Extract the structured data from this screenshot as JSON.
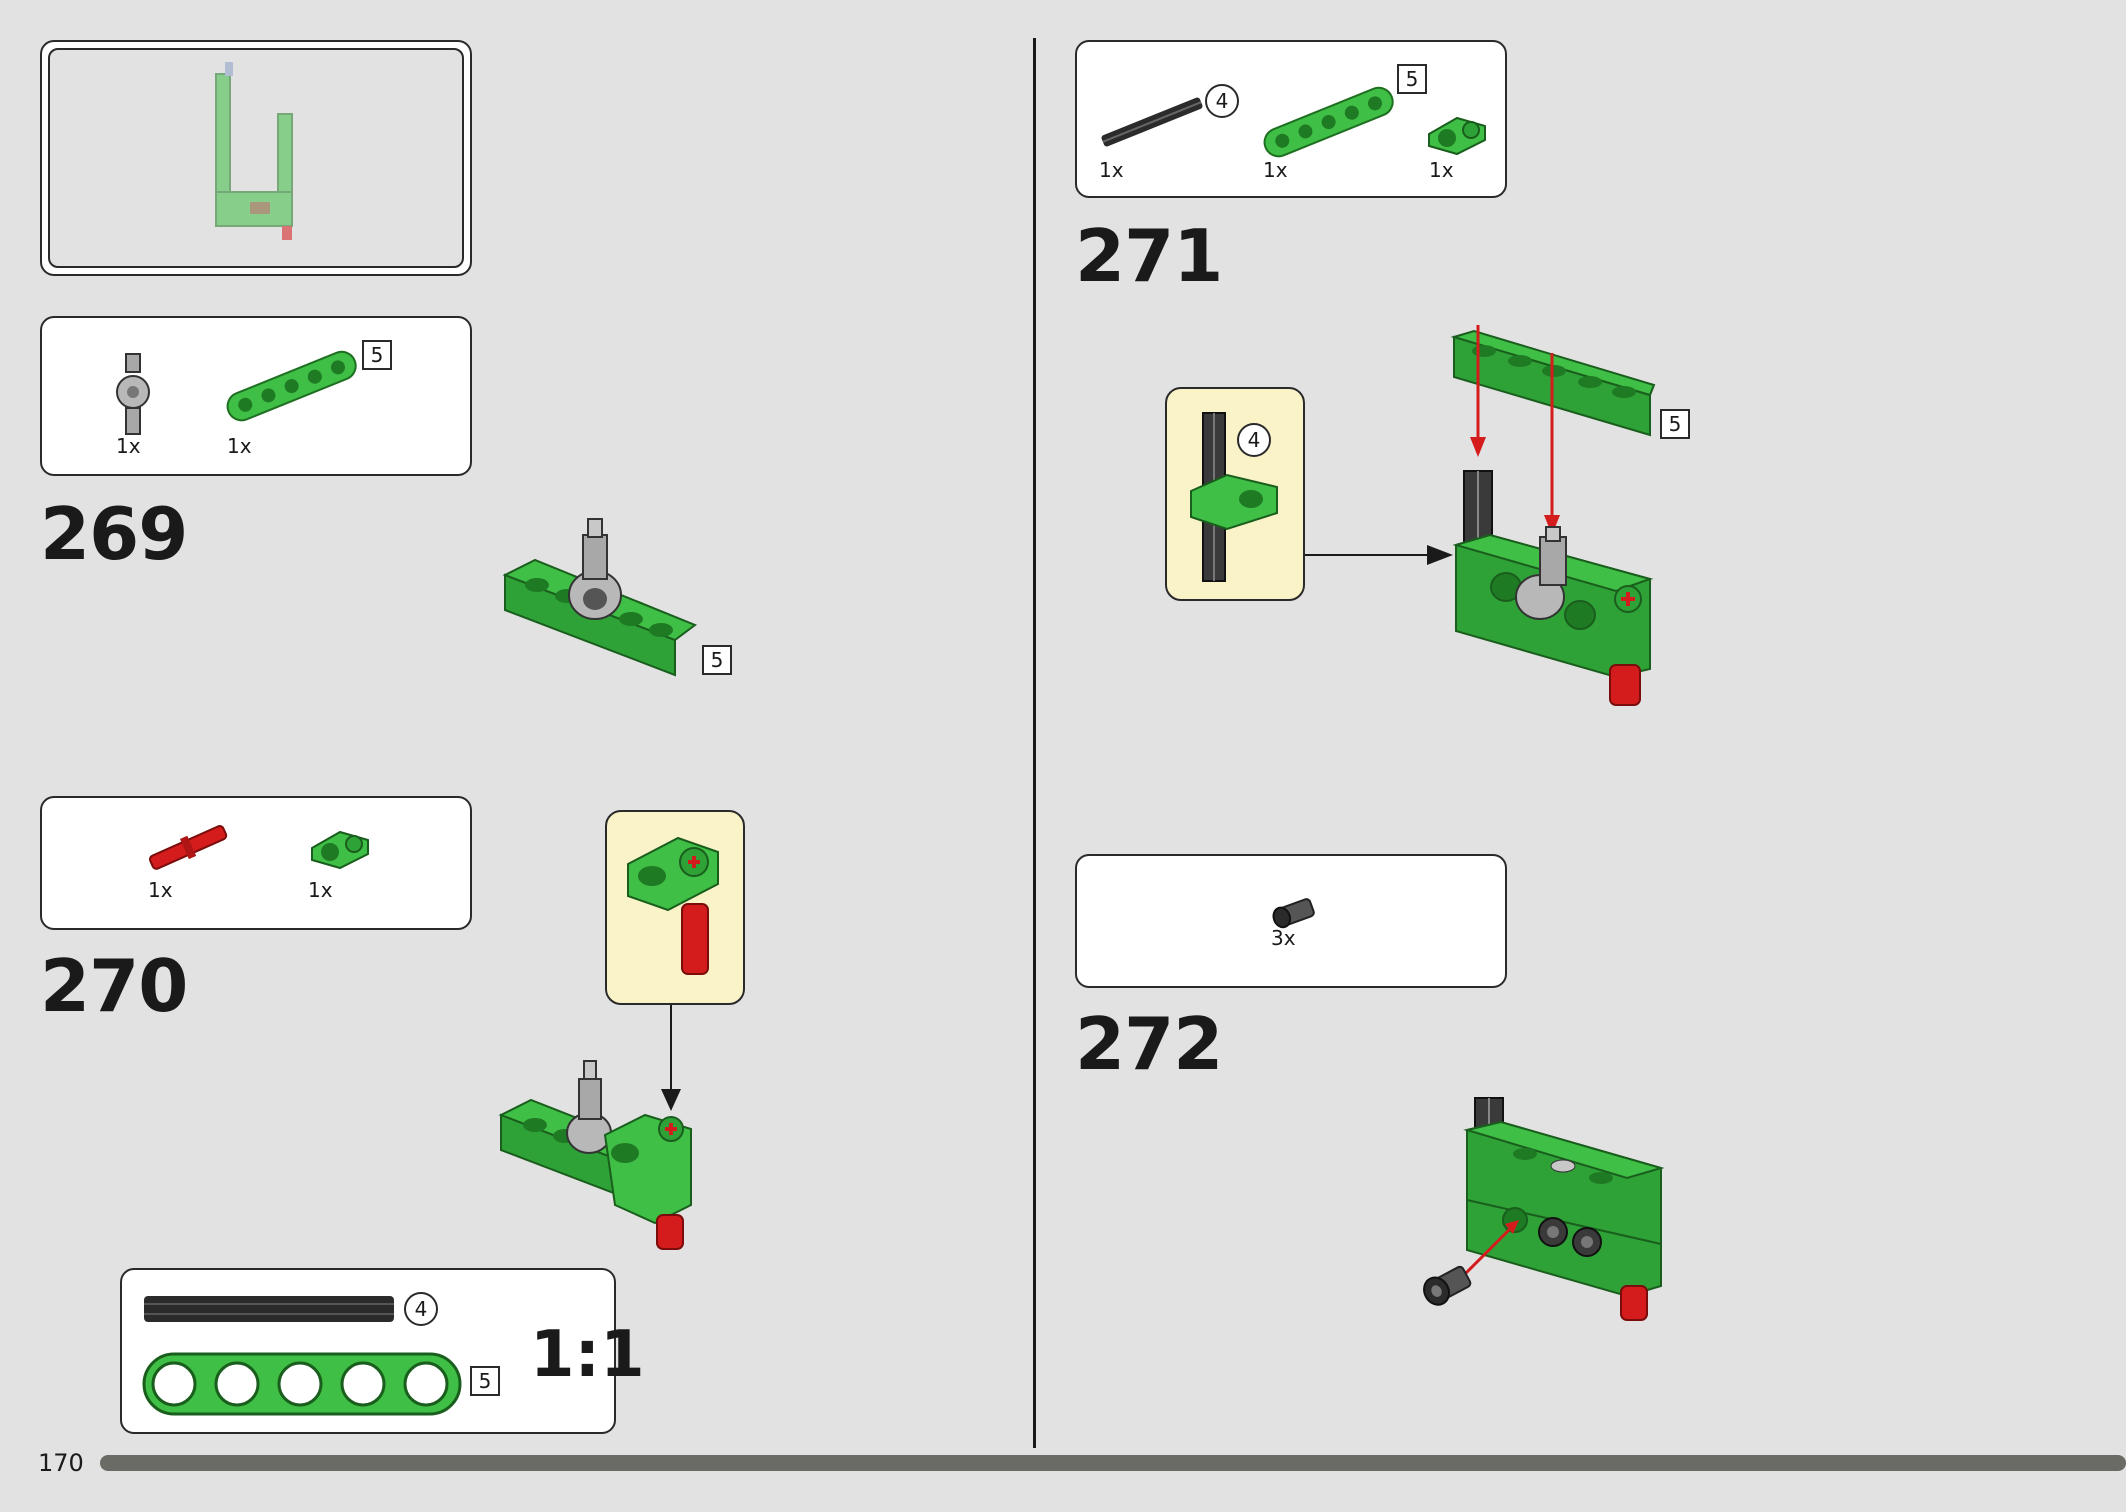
{
  "page_number": "170",
  "steps": [
    {
      "number": "269",
      "parts": [
        {
          "qty": "1x",
          "icon": "grey-pin-connector"
        },
        {
          "qty": "1x",
          "icon": "green-beam-5"
        }
      ],
      "beam_size": "5",
      "result_label": "5"
    },
    {
      "number": "270",
      "parts": [
        {
          "qty": "1x",
          "icon": "red-axle-pin"
        },
        {
          "qty": "1x",
          "icon": "green-cross-block"
        }
      ]
    },
    {
      "number": "271",
      "parts": [
        {
          "qty": "1x",
          "icon": "black-axle-4"
        },
        {
          "qty": "1x",
          "icon": "green-beam-5"
        },
        {
          "qty": "1x",
          "icon": "green-cross-block"
        }
      ],
      "axle_size": "4",
      "beam_size": "5",
      "callout_axle_size": "4",
      "result_label": "5"
    },
    {
      "number": "272",
      "parts": [
        {
          "qty": "3x",
          "icon": "dark-bush"
        }
      ]
    }
  ],
  "scale_guide": {
    "axle_size": "4",
    "beam_size": "5",
    "ratio": "1:1"
  },
  "colors": {
    "beam_green": "#3fbf45",
    "beam_dark": "#1f7a24",
    "pin_red": "#d41c1c",
    "axle_black": "#2b2b2b",
    "pin_grey": "#a8a8a8",
    "callout_bg": "#fbf3c8"
  }
}
